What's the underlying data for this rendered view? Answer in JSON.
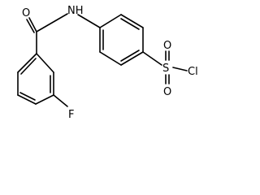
{
  "structure": {
    "atoms": {
      "carbonyl_o": "O",
      "amide_n": "NH",
      "sulfonyl_s": "S",
      "sulfonyl_o_top": "O",
      "sulfonyl_o_bottom": "O",
      "chlorine": "Cl",
      "fluorine": "F"
    }
  }
}
